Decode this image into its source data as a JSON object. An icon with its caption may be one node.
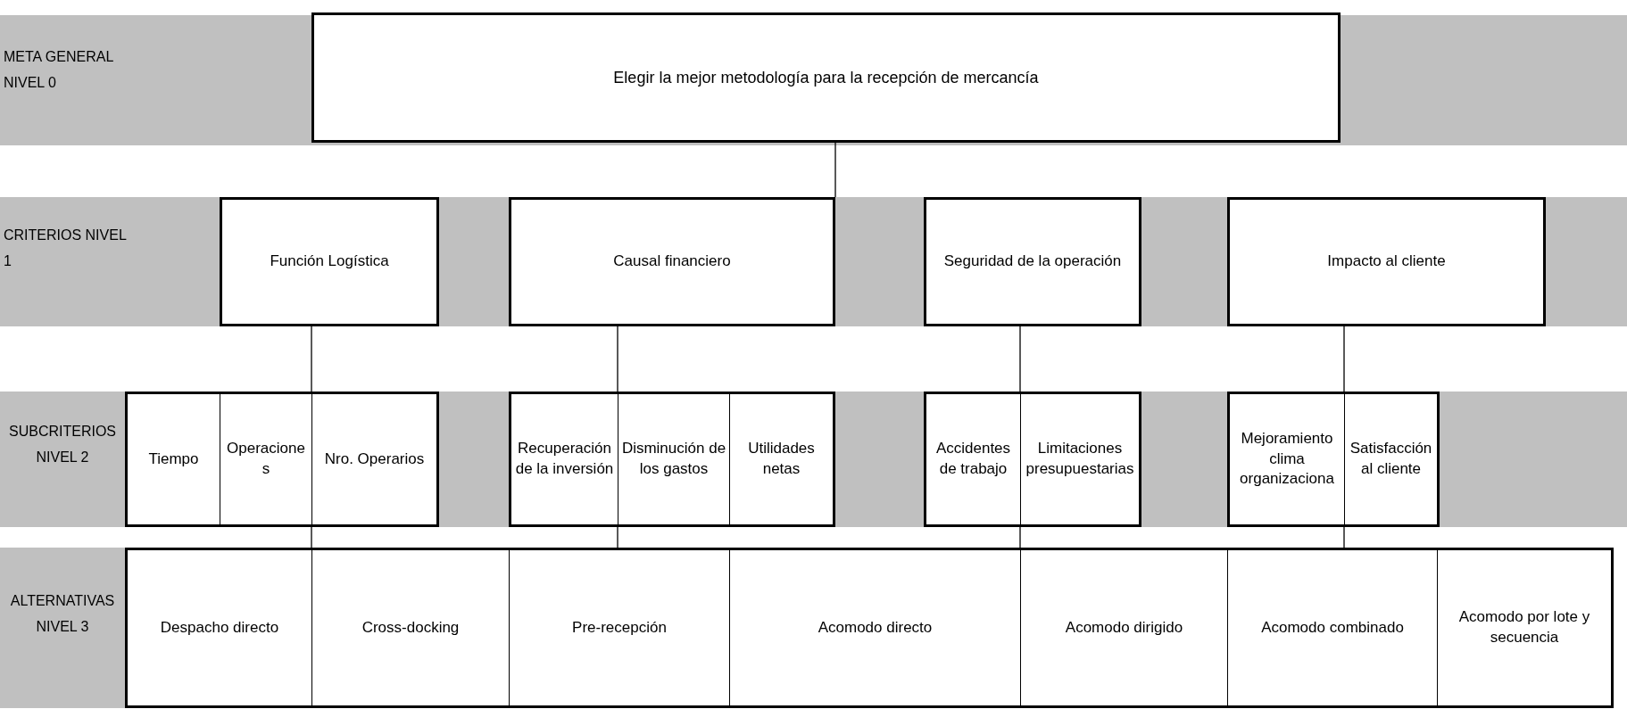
{
  "diagram": {
    "nodes": [
      {
        "text": [
          "Elegir la mejor metodología para la recepción de mercancía"
        ]
      },
      {
        "text": [
          "Función Logística"
        ]
      },
      {
        "text": [
          "Causal financiero"
        ]
      },
      {
        "text": [
          "Seguridad de la operación"
        ]
      },
      {
        "text": [
          "Impacto al cliente"
        ]
      },
      {
        "text": [],
        "shape": "box"
      },
      {
        "text": [
          "Tiempo"
        ],
        "in": 5
      },
      {
        "text": [
          "Operaciones"
        ],
        "in": 5
      },
      {
        "text": [
          "Nro. Operarios"
        ],
        "in": 5
      },
      {
        "text": [],
        "shape": "box"
      },
      {
        "text": [
          "Recuperación de la inversión"
        ],
        "in": 9
      },
      {
        "text": [
          "Disminución de los gastos"
        ],
        "in": 9
      },
      {
        "text": [
          "Utilidades netas"
        ],
        "in": 9
      },
      {
        "text": [],
        "shape": "box"
      },
      {
        "text": [
          "Accidentes de trabajo"
        ],
        "in": 13
      },
      {
        "text": [
          "Limitaciones presupuestarias"
        ],
        "in": 13
      },
      {
        "text": [],
        "shape": "box"
      },
      {
        "text": [
          "Mejoramiento clima organizaciona"
        ],
        "in": 16
      },
      {
        "text": [
          "Satisfacción al cliente"
        ],
        "in": 16
      },
      {
        "text": [],
        "shape": "box"
      },
      {
        "text": [
          "Despacho directo"
        ],
        "in": 19
      },
      {
        "text": [
          "Cross-docking"
        ],
        "in": 19
      },
      {
        "text": [
          "Pre-recepción"
        ],
        "in": 19
      },
      {
        "text": [
          "Acomodo directo"
        ],
        "in": 19
      },
      {
        "text": [
          "Acomodo dirigido"
        ],
        "in": 19
      },
      {
        "text": [
          "Acomodo combinado"
        ],
        "in": 19
      },
      {
        "text": [
          "Acomodo por lote y secuencia"
        ],
        "in": 19
      }
    ],
    "edges": [
      {
        "from": 0,
        "to": 2,
        "arrow": "none"
      },
      {
        "from": 1,
        "to": 5,
        "arrow": "none"
      },
      {
        "from": 2,
        "to": 9,
        "arrow": "none"
      },
      {
        "from": 3,
        "to": 13,
        "arrow": "none"
      },
      {
        "from": 4,
        "to": 16,
        "arrow": "none"
      },
      {
        "from": 5,
        "to": 19,
        "arrow": "none"
      },
      {
        "from": 9,
        "to": 19,
        "arrow": "none"
      },
      {
        "from": 13,
        "to": 19,
        "arrow": "none"
      },
      {
        "from": 16,
        "to": 19,
        "arrow": "none"
      }
    ],
    "labels": [
      "META GENERAL NIVEL 0",
      "CRITERIOS NIVEL 1",
      "SUBCRITERIOS NIVEL 2",
      "ALTERNATIVAS NIVEL 3"
    ]
  }
}
